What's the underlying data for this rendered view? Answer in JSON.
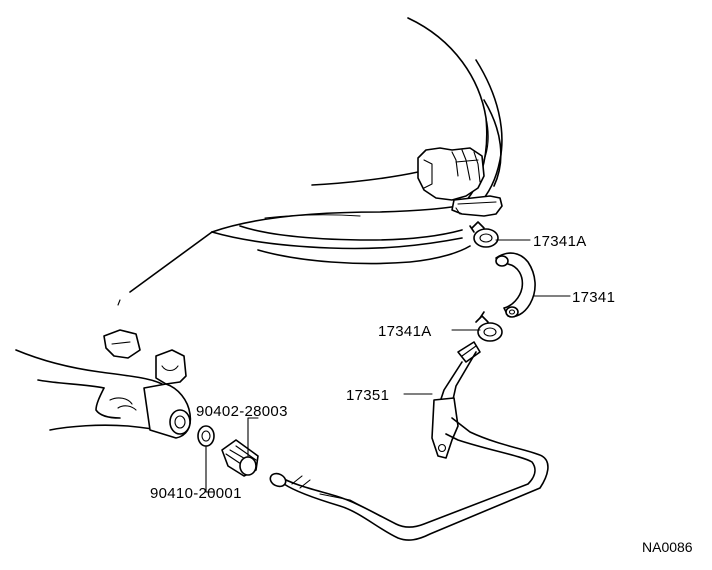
{
  "diagram": {
    "code": "NA0086",
    "parts": [
      {
        "number": "17341A"
      },
      {
        "number": "17341"
      },
      {
        "number": "17341A"
      },
      {
        "number": "17351"
      },
      {
        "number": "90402-28003"
      },
      {
        "number": "90410-20001"
      }
    ]
  }
}
